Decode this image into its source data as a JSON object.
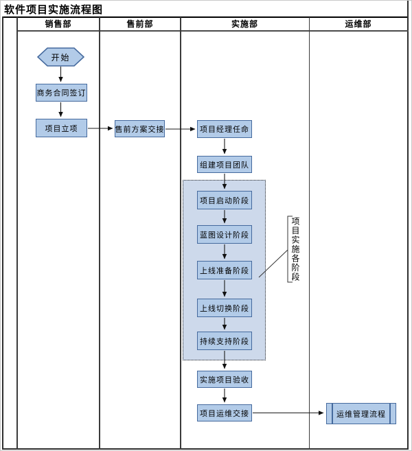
{
  "title": "软件项目实施流程图",
  "lanes": [
    "销售部",
    "售前部",
    "实施部",
    "运维部"
  ],
  "nodes": {
    "start": "开始",
    "contract_signing": "商务合同签订",
    "project_initiation": "项目立项",
    "presales_handover": "售前方案交接",
    "pm_appointment": "项目经理任命",
    "team_formation": "组建项目团队",
    "kickoff_phase": "项目启动阶段",
    "blueprint_phase": "蓝图设计阶段",
    "golive_prep_phase": "上线准备阶段",
    "cutover_phase": "上线切换阶段",
    "support_phase": "持续支持阶段",
    "project_acceptance": "实施项目验收",
    "om_handover": "项目运维交接",
    "om_process": "运维管理流程"
  },
  "annotation": {
    "bracket_label": "项目实施各阶段"
  },
  "colors": {
    "node_fill": "#B2CBE8",
    "node_border": "#44699D",
    "group_fill": "#CDD9EB",
    "frame_line": "#2E2E2E",
    "connector": "#1A1A1A"
  }
}
